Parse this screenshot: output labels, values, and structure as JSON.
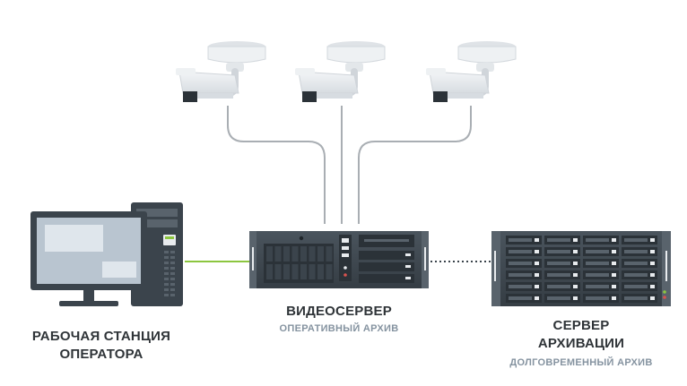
{
  "nodes": {
    "workstation": {
      "title_line1": "РАБОЧАЯ СТАНЦИЯ",
      "title_line2": "ОПЕРАТОРА"
    },
    "videoserver": {
      "title": "ВИДЕОСЕРВЕР",
      "subtitle": "ОПЕРАТИВНЫЙ АРХИВ"
    },
    "archive_server": {
      "title_line1": "СЕРВЕР",
      "title_line2": "АРХИВАЦИИ",
      "subtitle": "ДОЛГОВРЕМЕННЫЙ АРХИВ"
    }
  },
  "colors": {
    "cable_gray": "#a9aeb3",
    "link_green": "#8cc63f",
    "device_dark": "#3b444c",
    "device_mid": "#59636c",
    "camera_light": "#e8ebee",
    "screen_blue": "#b9c5d0"
  },
  "icons": [
    "camera-icon",
    "monitor-icon",
    "pc-tower-icon",
    "rack-server-icon",
    "storage-array-icon"
  ]
}
